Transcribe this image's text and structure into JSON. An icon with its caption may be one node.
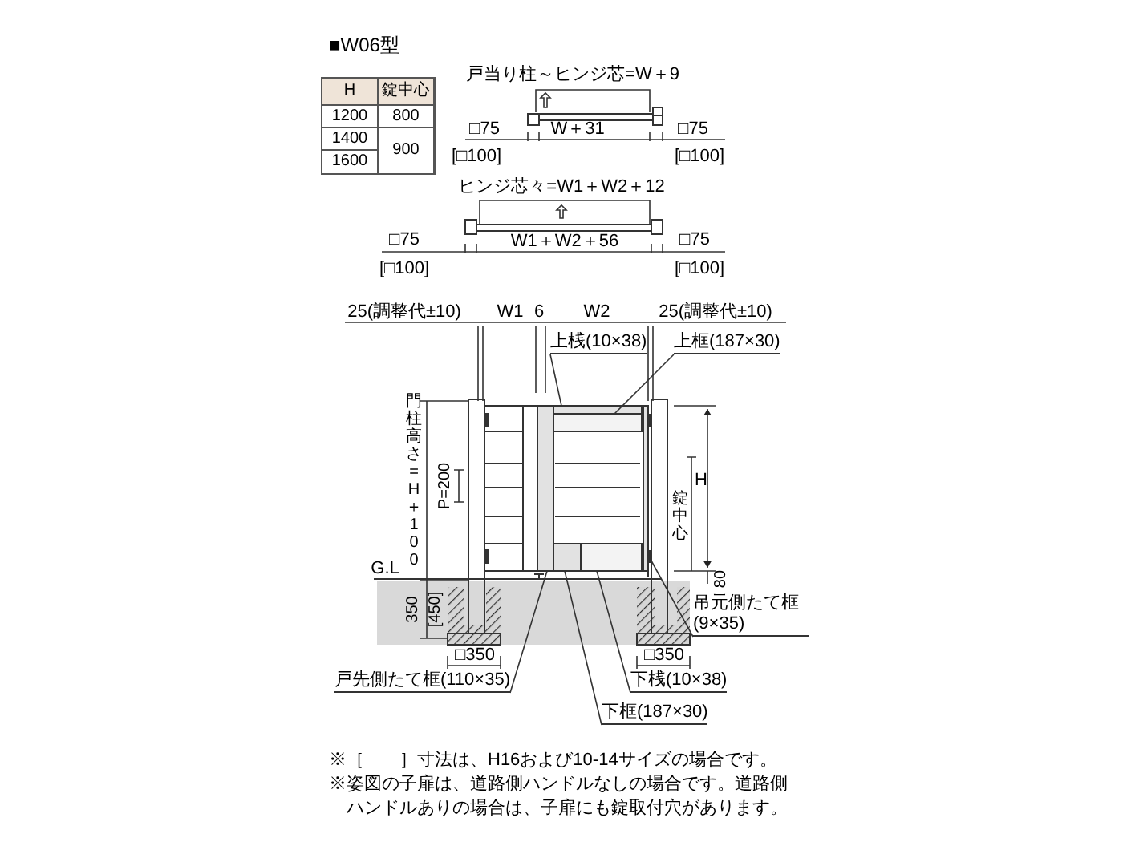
{
  "diagram": {
    "title": "■W06型",
    "nodes": [
      {
        "text": [
          "上桟(10×38)"
        ]
      },
      {
        "text": [
          "上框(187×30)"
        ]
      },
      {
        "text": [
          "吊元側たて框(9×35)"
        ]
      },
      {
        "text": [
          "戸先側たて框(110×35)"
        ]
      },
      {
        "text": [
          "下桟(10×38)"
        ]
      },
      {
        "text": [
          "下框(187×30)"
        ]
      },
      {
        "text": [],
        "shape": "bar"
      },
      {
        "text": [],
        "shape": "box"
      },
      {
        "text": [],
        "shape": "bar"
      },
      {
        "text": [],
        "shape": "bar"
      },
      {
        "text": [],
        "shape": "box"
      },
      {
        "text": [],
        "shape": "bar"
      }
    ],
    "edges": [
      {
        "from": 0,
        "to": 6,
        "arrow": "none"
      },
      {
        "from": 1,
        "to": 7,
        "arrow": "none"
      },
      {
        "from": 2,
        "to": 8,
        "arrow": "none"
      },
      {
        "from": 3,
        "to": 9,
        "arrow": "none"
      },
      {
        "from": 4,
        "to": 10,
        "arrow": "none"
      },
      {
        "from": 5,
        "to": 11,
        "arrow": "none"
      }
    ],
    "labels": [
      "H",
      "錠中心",
      "1200",
      "800",
      "1400",
      "900",
      "1600",
      "戸当り柱～ヒンジ芯=W＋9",
      "□75",
      "W＋31",
      "□75",
      "[□100]",
      "[□100]",
      "ヒンジ芯々=W1＋W2＋12",
      "□75",
      "W1＋W2＋56",
      "□75",
      "[□100]",
      "[□100]",
      "25(調整代±10)",
      "W1",
      "6",
      "W2",
      "25(調整代±10)",
      "門柱高さ=H＋100",
      "P=200",
      "錠中心",
      "H",
      "G.L",
      "80",
      "350",
      "[450]",
      "□350",
      "□350",
      "※［　　］寸法は、H16および10-14サイズの場合です。",
      "※姿図の子扉は、道路側ハンドルなしの場合です。道路側ハンドルありの場合は、子扉にも錠取付穴があります。"
    ]
  }
}
